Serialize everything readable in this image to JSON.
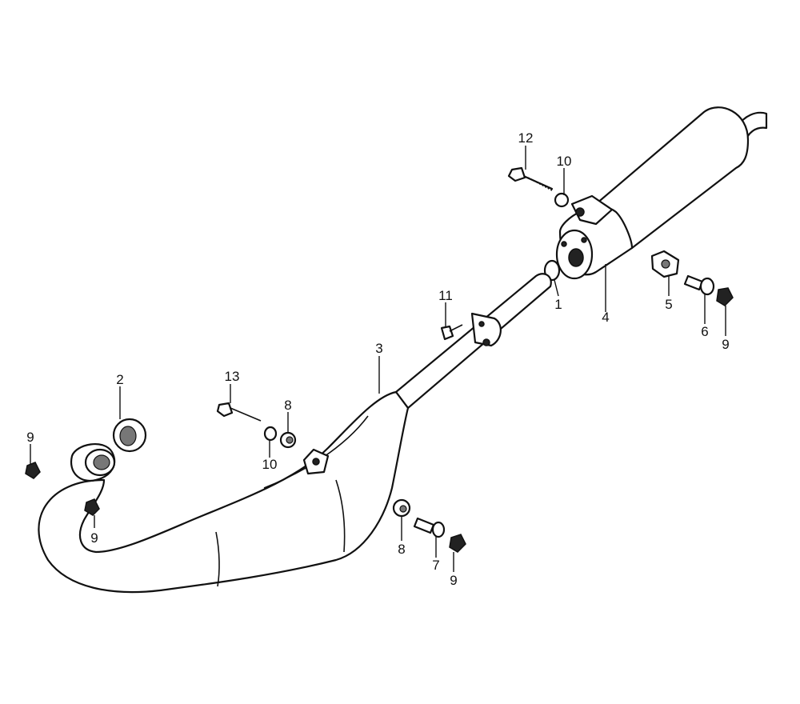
{
  "callouts": {
    "c1": "1",
    "c2": "2",
    "c3": "3",
    "c4": "4",
    "c5": "5",
    "c6": "6",
    "c7": "7",
    "c8a": "8",
    "c8b": "8",
    "c9a": "9",
    "c9b": "9",
    "c9c": "9",
    "c9d": "9",
    "c10a": "10",
    "c10b": "10",
    "c11": "11",
    "c12": "12",
    "c13": "13"
  }
}
